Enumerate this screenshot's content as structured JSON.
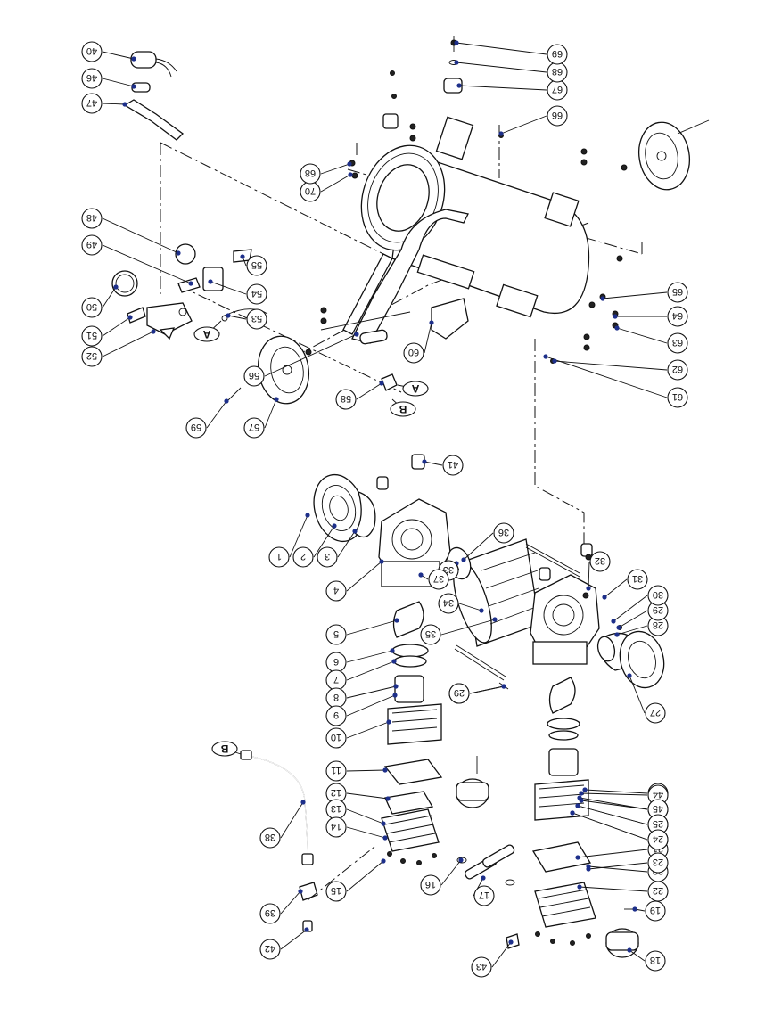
{
  "balloons": [
    {
      "label": "40"
    },
    {
      "label": "46"
    },
    {
      "label": "47"
    },
    {
      "label": "48"
    },
    {
      "label": "49"
    },
    {
      "label": "50"
    },
    {
      "label": "51"
    },
    {
      "label": "52"
    },
    {
      "label": "53"
    },
    {
      "label": "54"
    },
    {
      "label": "55"
    },
    {
      "label": "56"
    },
    {
      "label": "57"
    },
    {
      "label": "58"
    },
    {
      "label": "59"
    },
    {
      "label": "60"
    },
    {
      "label": "61"
    },
    {
      "label": "62"
    },
    {
      "label": "63"
    },
    {
      "label": "64"
    },
    {
      "label": "65"
    },
    {
      "label": "66"
    },
    {
      "label": "67"
    },
    {
      "label": "68"
    },
    {
      "label": "69"
    },
    {
      "label": "70"
    },
    {
      "label": "68"
    },
    {
      "label": "41"
    },
    {
      "label": "1"
    },
    {
      "label": "2"
    },
    {
      "label": "3"
    },
    {
      "label": "4"
    },
    {
      "label": "5"
    },
    {
      "label": "6"
    },
    {
      "label": "7"
    },
    {
      "label": "8"
    },
    {
      "label": "9"
    },
    {
      "label": "10"
    },
    {
      "label": "11"
    },
    {
      "label": "12"
    },
    {
      "label": "13"
    },
    {
      "label": "14"
    },
    {
      "label": "15"
    },
    {
      "label": "16"
    },
    {
      "label": "17"
    },
    {
      "label": "18"
    },
    {
      "label": "19"
    },
    {
      "label": "20"
    },
    {
      "label": "21"
    },
    {
      "label": "22"
    },
    {
      "label": "23"
    },
    {
      "label": "24"
    },
    {
      "label": "25"
    },
    {
      "label": "26"
    },
    {
      "label": "27"
    },
    {
      "label": "28"
    },
    {
      "label": "29"
    },
    {
      "label": "30"
    },
    {
      "label": "31"
    },
    {
      "label": "32"
    },
    {
      "label": "33"
    },
    {
      "label": "34"
    },
    {
      "label": "35"
    },
    {
      "label": "36"
    },
    {
      "label": "37"
    },
    {
      "label": "38"
    },
    {
      "label": "39"
    },
    {
      "label": "42"
    },
    {
      "label": "43"
    },
    {
      "label": "44"
    },
    {
      "label": "45"
    },
    {
      "label": "29"
    },
    {
      "label": "25"
    },
    {
      "label": "24"
    },
    {
      "label": "23"
    },
    {
      "label": "22"
    },
    {
      "label": "21"
    },
    {
      "label": "20"
    }
  ],
  "references": [
    {
      "label": "A"
    },
    {
      "label": "A"
    },
    {
      "label": "B"
    },
    {
      "label": "B"
    }
  ]
}
